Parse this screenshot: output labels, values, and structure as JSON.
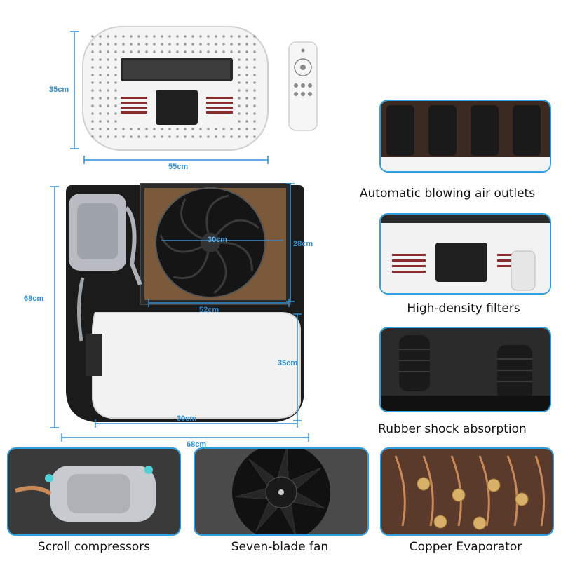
{
  "dimensions": {
    "top_height": "35cm",
    "top_width": "55cm",
    "fan_width": "30cm",
    "fan_height": "28cm",
    "fan_span": "52cm",
    "body_height": "68cm",
    "tank_height": "35cm",
    "tank_width": "30cm",
    "body_width": "68cm"
  },
  "captions": {
    "air_outlets": "Automatic blowing air outlets",
    "filters": "High-density filters",
    "shock": "Rubber shock absorption",
    "compressor": "Scroll compressors",
    "fan": "Seven-blade fan",
    "evaporator": "Copper Evaporator"
  },
  "colors": {
    "accent": "#2f9fe0",
    "dimension": "#2f8fd6"
  }
}
